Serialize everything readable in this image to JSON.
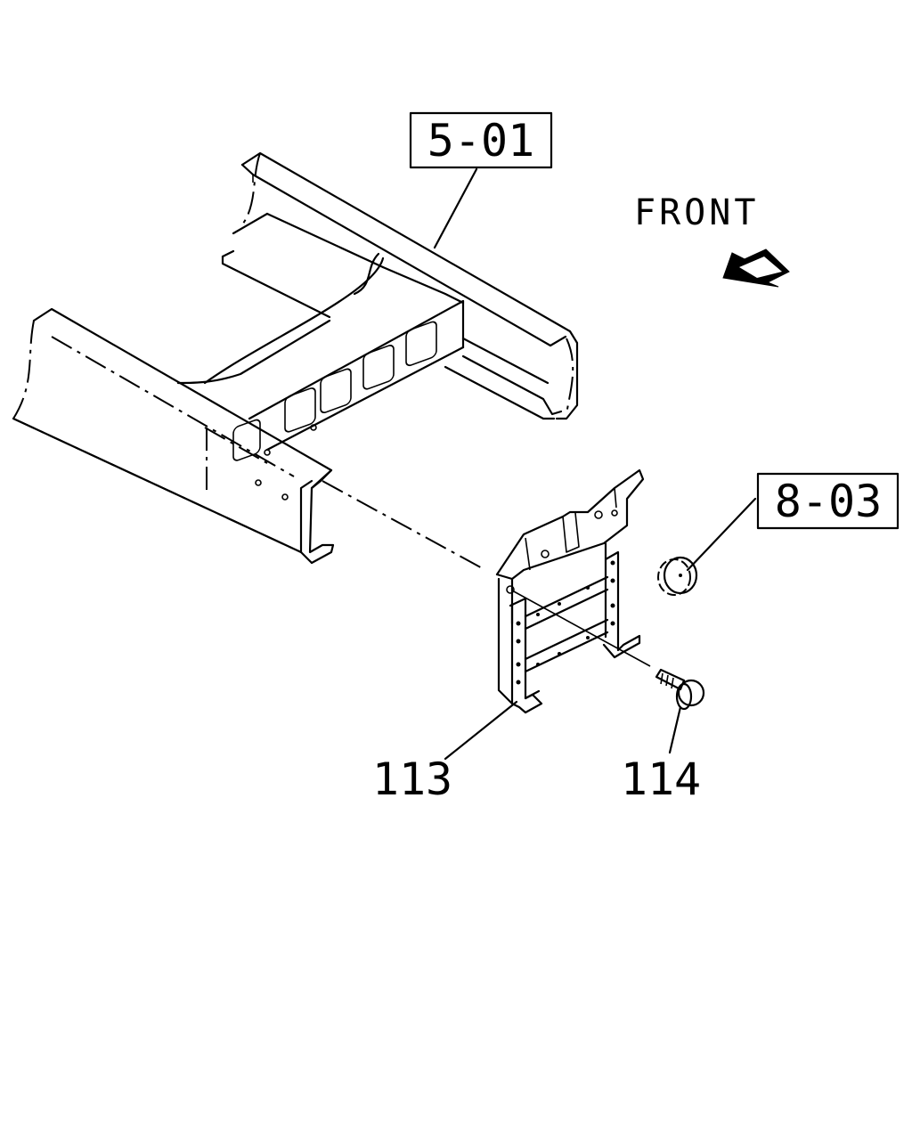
{
  "callouts": {
    "ref_frame": "5-01",
    "ref_cover": "8-03",
    "part_bracket": "113",
    "part_bolt": "114"
  },
  "direction": {
    "label": "FRONT",
    "icon": "front-arrow-icon"
  }
}
